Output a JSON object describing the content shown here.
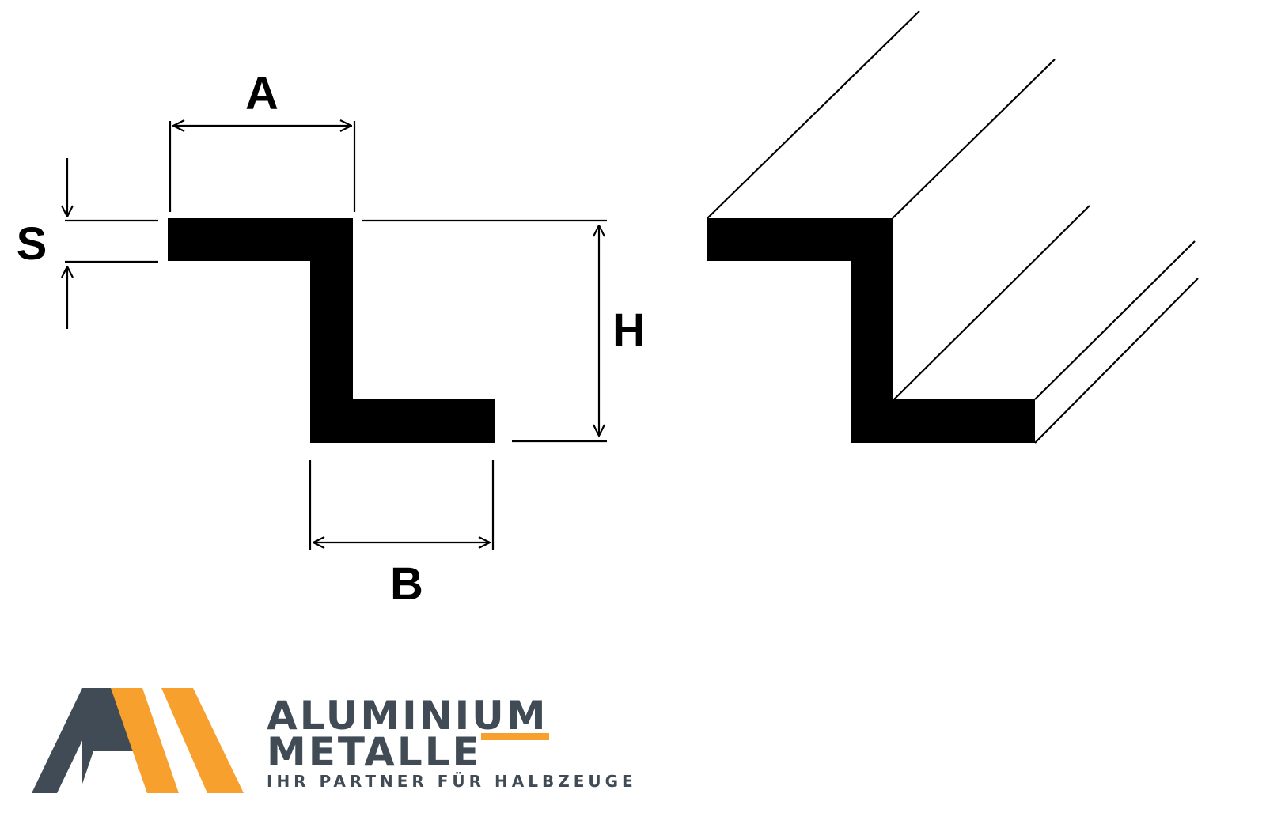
{
  "diagram": {
    "labels": {
      "a": "A",
      "b": "B",
      "h": "H",
      "s": "S"
    }
  },
  "logo": {
    "line1": "ALUMINIUM",
    "line2": "METALLE",
    "tagline": "IHR PARTNER FÜR HALBZEUGE",
    "colors": {
      "dark": "#414b55",
      "orange": "#f7a02e"
    }
  }
}
